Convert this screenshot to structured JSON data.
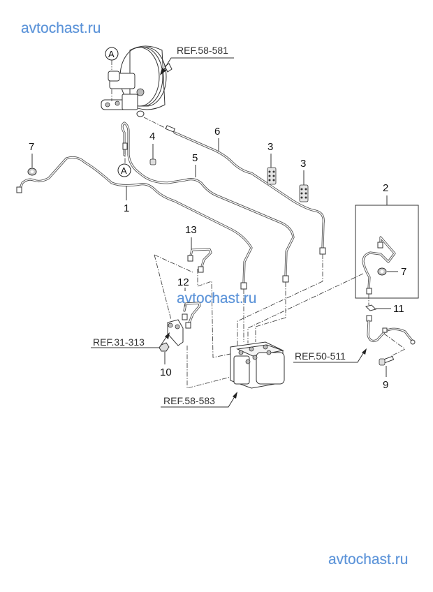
{
  "watermarks": [
    "avtochast.ru",
    "avtochast.ru",
    "avtochast.ru"
  ],
  "references": {
    "booster": "REF.58-581",
    "bracket": "REF.31-313",
    "hydraulic_unit": "REF.58-583",
    "front_hose": "REF.50-511"
  },
  "connector_markers": [
    "A",
    "A"
  ],
  "callouts": [
    {
      "id": "1",
      "part": "brake-tube-1"
    },
    {
      "id": "2",
      "part": "brake-tube-assembly-2"
    },
    {
      "id": "3",
      "part": "tube-clip-3a"
    },
    {
      "id": "3",
      "part": "tube-clip-3b"
    },
    {
      "id": "4",
      "part": "clip-4"
    },
    {
      "id": "5",
      "part": "brake-tube-5"
    },
    {
      "id": "6",
      "part": "brake-tube-6"
    },
    {
      "id": "7",
      "part": "grommet-7-left"
    },
    {
      "id": "7",
      "part": "grommet-7-right"
    },
    {
      "id": "9",
      "part": "bolt-9"
    },
    {
      "id": "10",
      "part": "nut-10"
    },
    {
      "id": "11",
      "part": "clip-11"
    },
    {
      "id": "12",
      "part": "brake-tube-12"
    },
    {
      "id": "13",
      "part": "brake-tube-13"
    }
  ]
}
